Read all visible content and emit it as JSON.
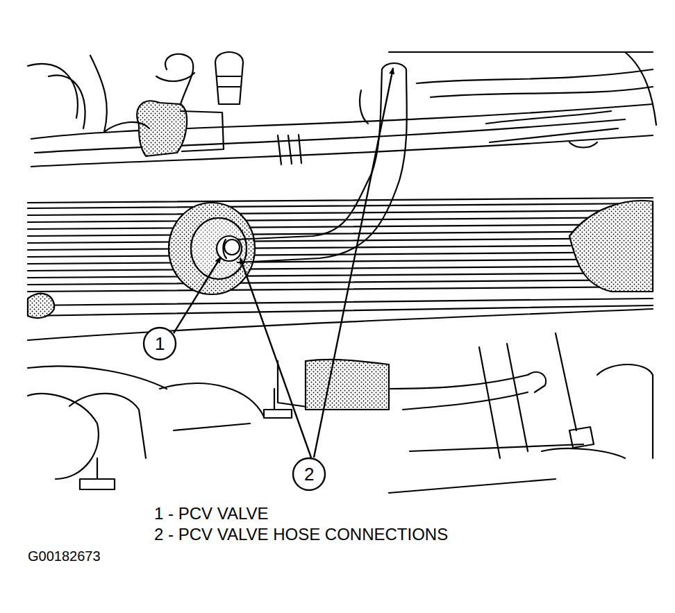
{
  "diagram": {
    "labels": [
      "1",
      "2",
      "1 - PCV VALVE",
      "2 - PCV VALVE HOSE CONNECTIONS",
      "G00182673"
    ]
  }
}
